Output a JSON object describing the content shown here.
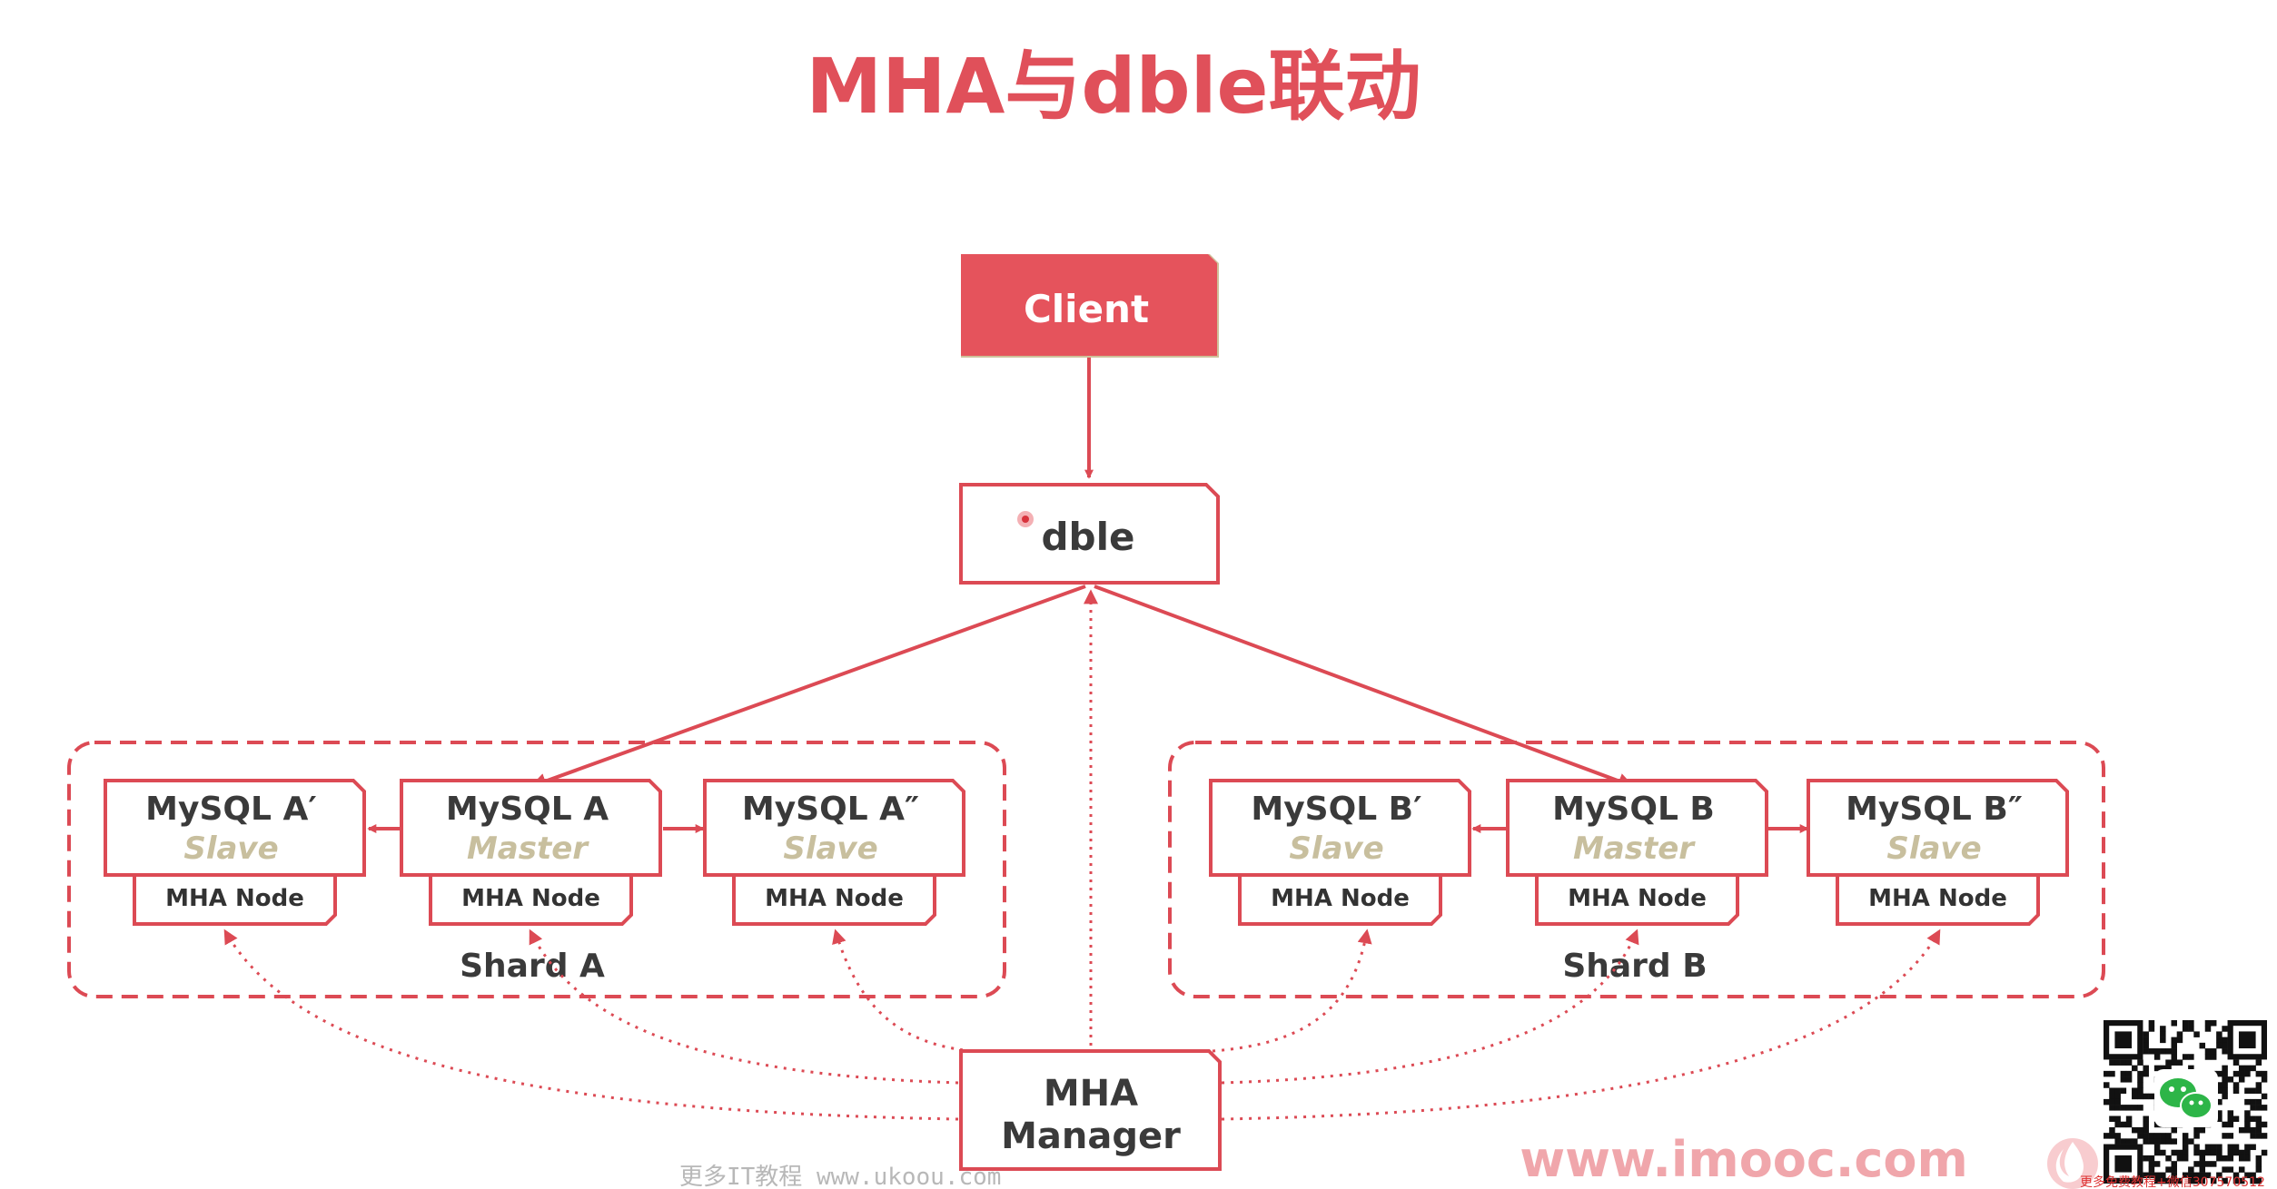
{
  "title": "MHA与dble联动",
  "nodes": {
    "client": "Client",
    "dble": "dble",
    "manager_line1": "MHA",
    "manager_line2": "Manager"
  },
  "shards": [
    {
      "label": "Shard A",
      "servers": [
        {
          "name": "MySQL A′",
          "role": "Slave",
          "node": "MHA Node"
        },
        {
          "name": "MySQL A",
          "role": "Master",
          "node": "MHA Node"
        },
        {
          "name": "MySQL A″",
          "role": "Slave",
          "node": "MHA Node"
        }
      ]
    },
    {
      "label": "Shard B",
      "servers": [
        {
          "name": "MySQL B′",
          "role": "Slave",
          "node": "MHA Node"
        },
        {
          "name": "MySQL B",
          "role": "Master",
          "node": "MHA Node"
        },
        {
          "name": "MySQL B″",
          "role": "Slave",
          "node": "MHA Node"
        }
      ]
    }
  ],
  "watermarks": {
    "site": "www.imooc.com",
    "left_text": "更多IT教程 www.ukoou.com",
    "qr_caption": "更多免费教程+微信307570512"
  },
  "colors": {
    "accent": "#e0505a",
    "client_fill": "#e5535c",
    "role_text": "#c8bf9e"
  },
  "icons": {
    "brand_logo": "flame-logo-icon",
    "qr": "wechat-qr-code-icon",
    "wechat": "wechat-icon"
  }
}
